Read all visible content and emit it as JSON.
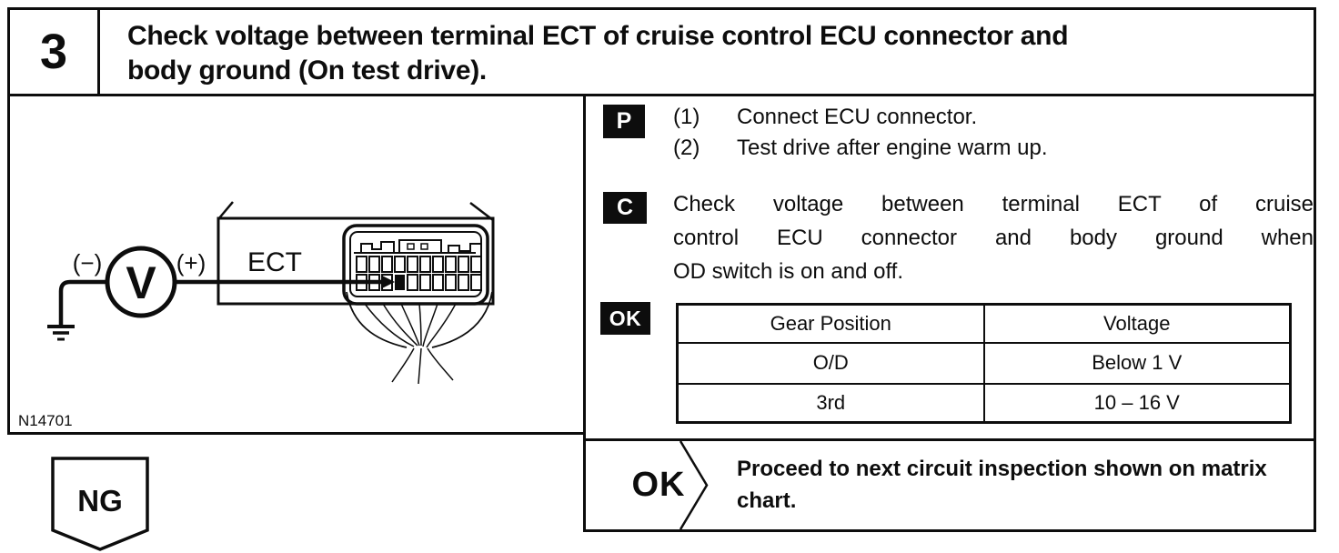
{
  "theme": {
    "ink": "#0d0d0d",
    "paper": "#ffffff"
  },
  "page": {
    "step_number": "3",
    "title_lines": [
      "Check voltage between terminal ECT of cruise control ECU connector and",
      "body ground (On test drive)."
    ]
  },
  "figure": {
    "code": "N14701",
    "meter": "V",
    "minus": "(−)",
    "plus": "(+)",
    "terminal": "ECT"
  },
  "prepare": {
    "badge": "P",
    "items": [
      {
        "num": "(1)",
        "text": "Connect ECU connector."
      },
      {
        "num": "(2)",
        "text": "Test drive after engine warm up."
      }
    ]
  },
  "check": {
    "badge": "C",
    "lines": [
      "Check voltage between terminal ECT of cruise",
      "control ECU connector and body ground when",
      "OD switch is on and off."
    ]
  },
  "ok_spec": {
    "badge": "OK",
    "table": {
      "headers": [
        "Gear Position",
        "Voltage"
      ],
      "rows": [
        {
          "gear": "O/D",
          "voltage": "Below 1 V"
        },
        {
          "gear": "3rd",
          "voltage": "10 – 16 V"
        }
      ]
    }
  },
  "result_ok": {
    "label": "OK",
    "text": "Proceed to next circuit inspection shown on matrix chart."
  },
  "result_ng": {
    "label": "NG"
  }
}
